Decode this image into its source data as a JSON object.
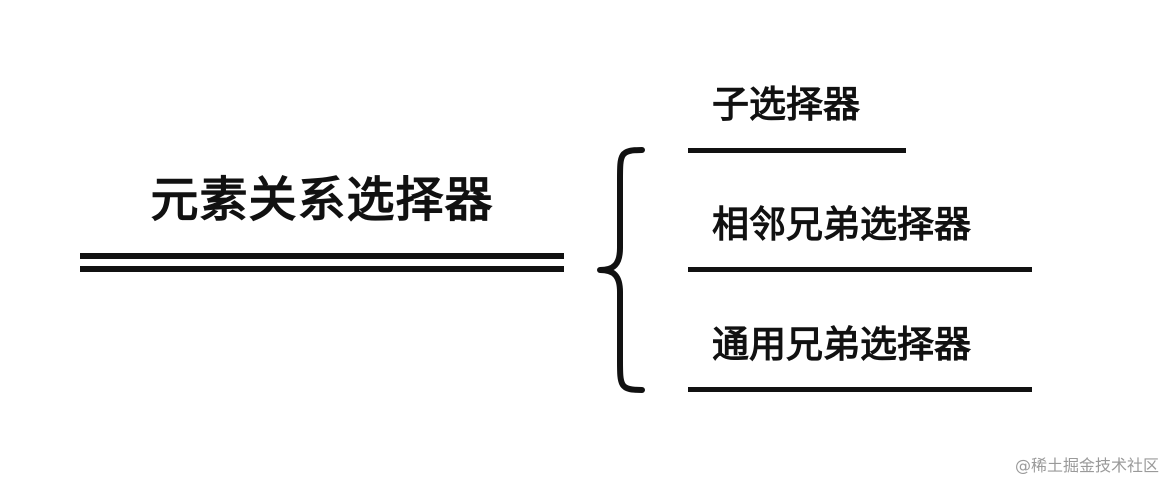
{
  "diagram": {
    "root_label": "元素关系选择器",
    "children": [
      {
        "label": "子选择器"
      },
      {
        "label": "相邻兄弟选择器"
      },
      {
        "label": "通用兄弟选择器"
      }
    ]
  },
  "watermark": "@稀土掘金技术社区",
  "colors": {
    "ink": "#111111",
    "background": "#ffffff",
    "watermark": "#9a9a9a"
  }
}
